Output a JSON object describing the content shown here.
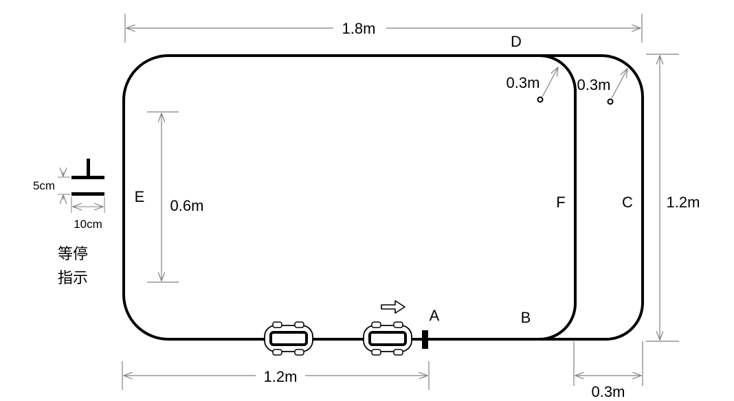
{
  "points": {
    "A": "A",
    "B": "B",
    "C": "C",
    "D": "D",
    "E": "E",
    "F": "F"
  },
  "dimensions": {
    "top_width": "1.8m",
    "right_height": "1.2m",
    "inner_height": "0.6m",
    "bottom_length": "1.2m",
    "lane_gap": "0.3m",
    "radius_inner": "0.3m",
    "radius_outer": "0.3m"
  },
  "stop_sign": {
    "gap": "5cm",
    "width": "10cm",
    "caption_line1": "等停",
    "caption_line2": "指示"
  },
  "colors": {
    "track": "#000000",
    "dimension": "#7f7f7f",
    "background": "#ffffff"
  },
  "icons": {
    "car": "car-top-view-icon",
    "direction": "right-arrow-icon",
    "start_marker": "start-line-marker"
  }
}
